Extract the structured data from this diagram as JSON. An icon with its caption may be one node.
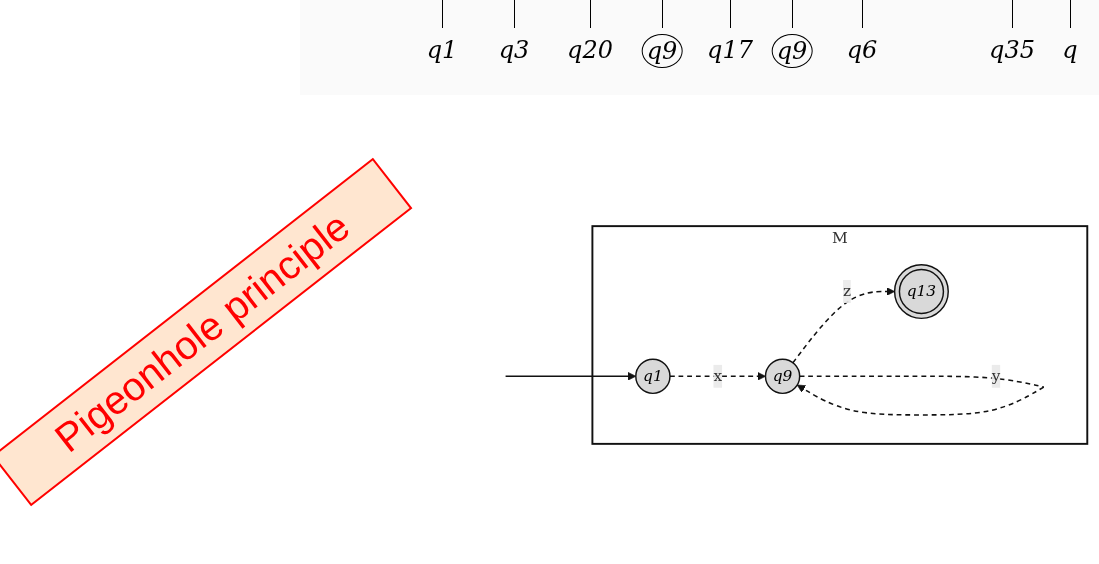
{
  "diagram": {
    "nodes": [
      {
        "text": [
          "M"
        ]
      },
      {
        "text": [
          "q1"
        ],
        "in": 0
      },
      {
        "text": [
          "q9"
        ],
        "in": 0
      },
      {
        "text": [
          "q13"
        ],
        "in": 0
      }
    ],
    "edges": [
      {
        "from": null,
        "to": 1,
        "arrow": "to"
      },
      {
        "from": 1,
        "to": 2,
        "arrow": "to",
        "label": "x",
        "style": "dashed"
      },
      {
        "from": 2,
        "to": 2,
        "arrow": "to",
        "label": "y",
        "style": "dashed"
      },
      {
        "from": 2,
        "to": 3,
        "arrow": "to",
        "label": "z",
        "style": "dashed"
      }
    ],
    "labels": [
      "q1",
      "q3",
      "q20",
      "q9",
      "q17",
      "q9",
      "q6",
      "q35",
      "q",
      "Pigeonhole principle"
    ]
  }
}
